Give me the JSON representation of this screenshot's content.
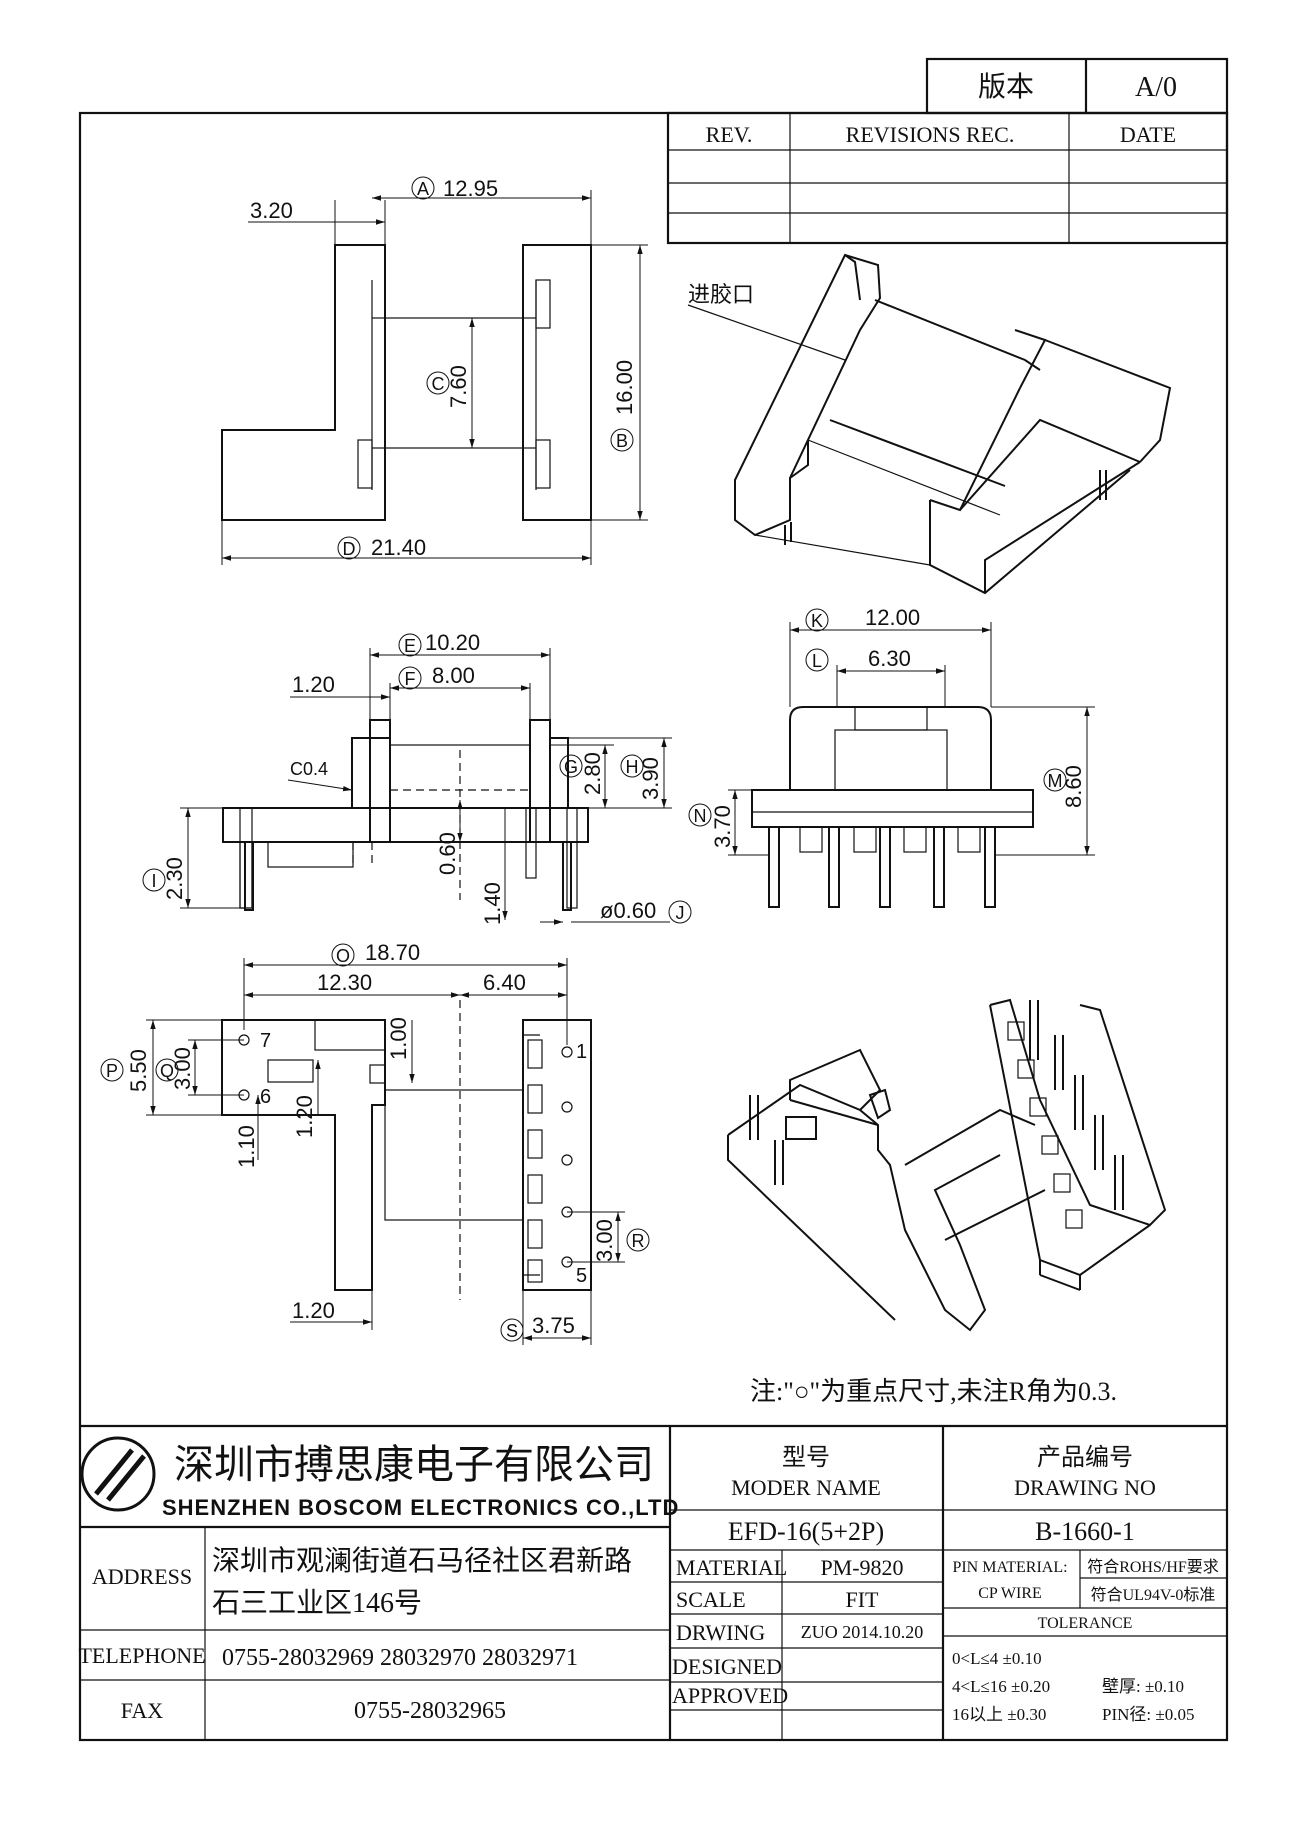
{
  "version_box": {
    "label": "版本",
    "value": "A/0"
  },
  "revisions": {
    "col_rev": "REV.",
    "col_rec": "REVISIONS REC.",
    "col_date": "DATE"
  },
  "views": {
    "top": {
      "A": "A",
      "A_val": "12.95",
      "v320": "3.20",
      "C": "C",
      "C_val": "7.60",
      "B": "B",
      "B_val": "16.00",
      "D": "D",
      "D_val": "21.40"
    },
    "front": {
      "E": "E",
      "E_val": "10.20",
      "F": "F",
      "F_val": "8.00",
      "v120": "1.20",
      "c04": "C0.4",
      "G": "G",
      "G_val": "2.80",
      "H": "H",
      "H_val": "3.90",
      "I": "I",
      "I_val": "2.30",
      "v060": "0.60",
      "v140": "1.40",
      "J": "J",
      "J_val": "ø0.60"
    },
    "side": {
      "K": "K",
      "K_val": "12.00",
      "L": "L",
      "L_val": "6.30",
      "M": "M",
      "M_val": "8.60",
      "N": "N",
      "N_val": "3.70"
    },
    "bottom": {
      "O": "O",
      "O_val": "18.70",
      "v1230": "12.30",
      "v640": "6.40",
      "P": "P",
      "P_val": "5.50",
      "Q": "Q",
      "Q_val": "3.00",
      "v100": "1.00",
      "v120a": "1.20",
      "v110": "1.10",
      "v120b": "1.20",
      "R": "R",
      "R_val": "3.00",
      "S": "S",
      "S_val": "3.75",
      "pin7": "7",
      "pin6": "6",
      "pin1": "1",
      "pin5": "5"
    },
    "iso1_label": "进胶口"
  },
  "note": "注:\"○\"为重点尺寸,未注R角为0.3.",
  "title_block": {
    "company_cn": "深圳市搏思康电子有限公司",
    "company_en": "SHENZHEN BOSCOM ELECTRONICS CO.,LTD",
    "address_label": "ADDRESS",
    "address_line1": "深圳市观澜街道石马径社区君新路",
    "address_line2": "石三工业区146号",
    "telephone_label": "TELEPHONE",
    "telephone": "0755-28032969 28032970 28032971",
    "fax_label": "FAX",
    "fax": "0755-28032965",
    "model_cn": "型号",
    "model_en": "MODER NAME",
    "model_value": "EFD-16(5+2P)",
    "drawing_cn": "产品编号",
    "drawing_en": "DRAWING NO",
    "drawing_value": "B-1660-1",
    "material_label": "MATERIAL",
    "material_value": "PM-9820",
    "scale_label": "SCALE",
    "scale_value": "FIT",
    "drwing_label": "DRWING",
    "drwing_value": "ZUO 2014.10.20",
    "designed_label": "DESIGNED",
    "approved_label": "APPROVED",
    "pin_material_label": "PIN MATERIAL:",
    "pin_material_sub": "CP WIRE",
    "rohs": "符合ROHS/HF要求",
    "ul": "符合UL94V-0标准",
    "tolerance_label": "TOLERANCE",
    "tol1": "0<L≤4 ±0.10",
    "tol2": "4<L≤16 ±0.20",
    "tol3": "16以上 ±0.30",
    "wall": "壁厚: ±0.10",
    "pin_dia": "PIN径: ±0.05"
  }
}
